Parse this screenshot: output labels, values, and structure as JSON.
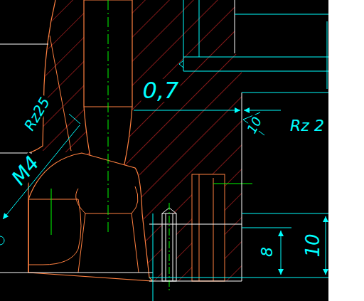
{
  "diagram": {
    "labels": [
      "0,7",
      "Rz25",
      "M4",
      "10",
      "Rz 2",
      "8",
      "10"
    ]
  }
}
